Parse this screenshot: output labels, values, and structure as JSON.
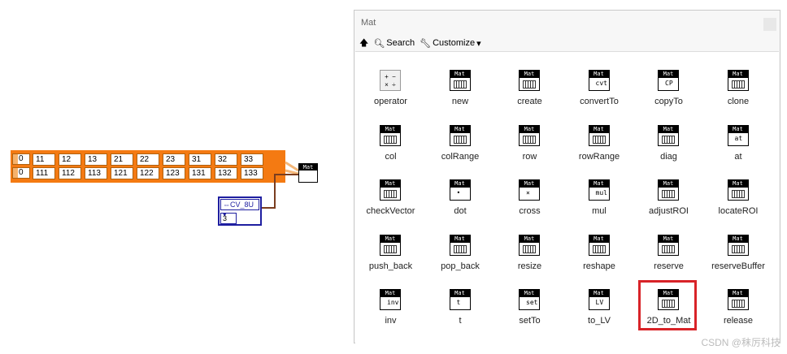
{
  "diagram": {
    "array_indices": [
      "0",
      "0"
    ],
    "array_rows": [
      [
        "11",
        "12",
        "13",
        "21",
        "22",
        "23",
        "31",
        "32",
        "33"
      ],
      [
        "111",
        "112",
        "113",
        "121",
        "122",
        "123",
        "131",
        "132",
        "133"
      ]
    ],
    "mat_node_label": "Mat",
    "enum_value": "CV_8U",
    "enum_number": "3",
    "wire_colors": {
      "array": "#f47a12",
      "enum": "#7a3d1f"
    }
  },
  "palette": {
    "title": "Mat",
    "toolbar": {
      "search": "Search",
      "customize": "Customize"
    },
    "items": [
      {
        "label": "operator",
        "icon": "operator-icon"
      },
      {
        "label": "new",
        "icon": "new-icon"
      },
      {
        "label": "create",
        "icon": "create-icon"
      },
      {
        "label": "convertTo",
        "icon": "convertto-icon"
      },
      {
        "label": "copyTo",
        "icon": "copyto-icon"
      },
      {
        "label": "clone",
        "icon": "clone-icon"
      },
      {
        "label": "col",
        "icon": "col-icon"
      },
      {
        "label": "colRange",
        "icon": "colrange-icon"
      },
      {
        "label": "row",
        "icon": "row-icon"
      },
      {
        "label": "rowRange",
        "icon": "rowrange-icon"
      },
      {
        "label": "diag",
        "icon": "diag-icon"
      },
      {
        "label": "at",
        "icon": "at-icon"
      },
      {
        "label": "checkVector",
        "icon": "checkvector-icon"
      },
      {
        "label": "dot",
        "icon": "dot-icon"
      },
      {
        "label": "cross",
        "icon": "cross-icon"
      },
      {
        "label": "mul",
        "icon": "mul-icon"
      },
      {
        "label": "adjustROI",
        "icon": "adjustroi-icon"
      },
      {
        "label": "locateROI",
        "icon": "locateroi-icon"
      },
      {
        "label": "push_back",
        "icon": "push-back-icon"
      },
      {
        "label": "pop_back",
        "icon": "pop-back-icon"
      },
      {
        "label": "resize",
        "icon": "resize-icon"
      },
      {
        "label": "reshape",
        "icon": "reshape-icon"
      },
      {
        "label": "reserve",
        "icon": "reserve-icon"
      },
      {
        "label": "reserveBuffer",
        "icon": "reservebuffer-icon"
      },
      {
        "label": "inv",
        "icon": "inv-icon"
      },
      {
        "label": "t",
        "icon": "t-icon"
      },
      {
        "label": "setTo",
        "icon": "setto-icon"
      },
      {
        "label": "to_LV",
        "icon": "to-lv-icon"
      },
      {
        "label": "2D_to_Mat",
        "icon": "2d-to-mat-icon",
        "selected": true
      },
      {
        "label": "release",
        "icon": "release-icon"
      }
    ],
    "icon_header": "Mat",
    "icon_glyphs": {
      "convertTo": "cvt",
      "copyTo": "CP",
      "at": "at",
      "mul": "mul",
      "inv": "inv",
      "t": "t",
      "setTo": "set",
      "to_LV": "LV",
      "dot": "•",
      "cross": "×"
    },
    "highlight_color": "#d82328"
  },
  "watermark": "CSDN @秣厉科技"
}
